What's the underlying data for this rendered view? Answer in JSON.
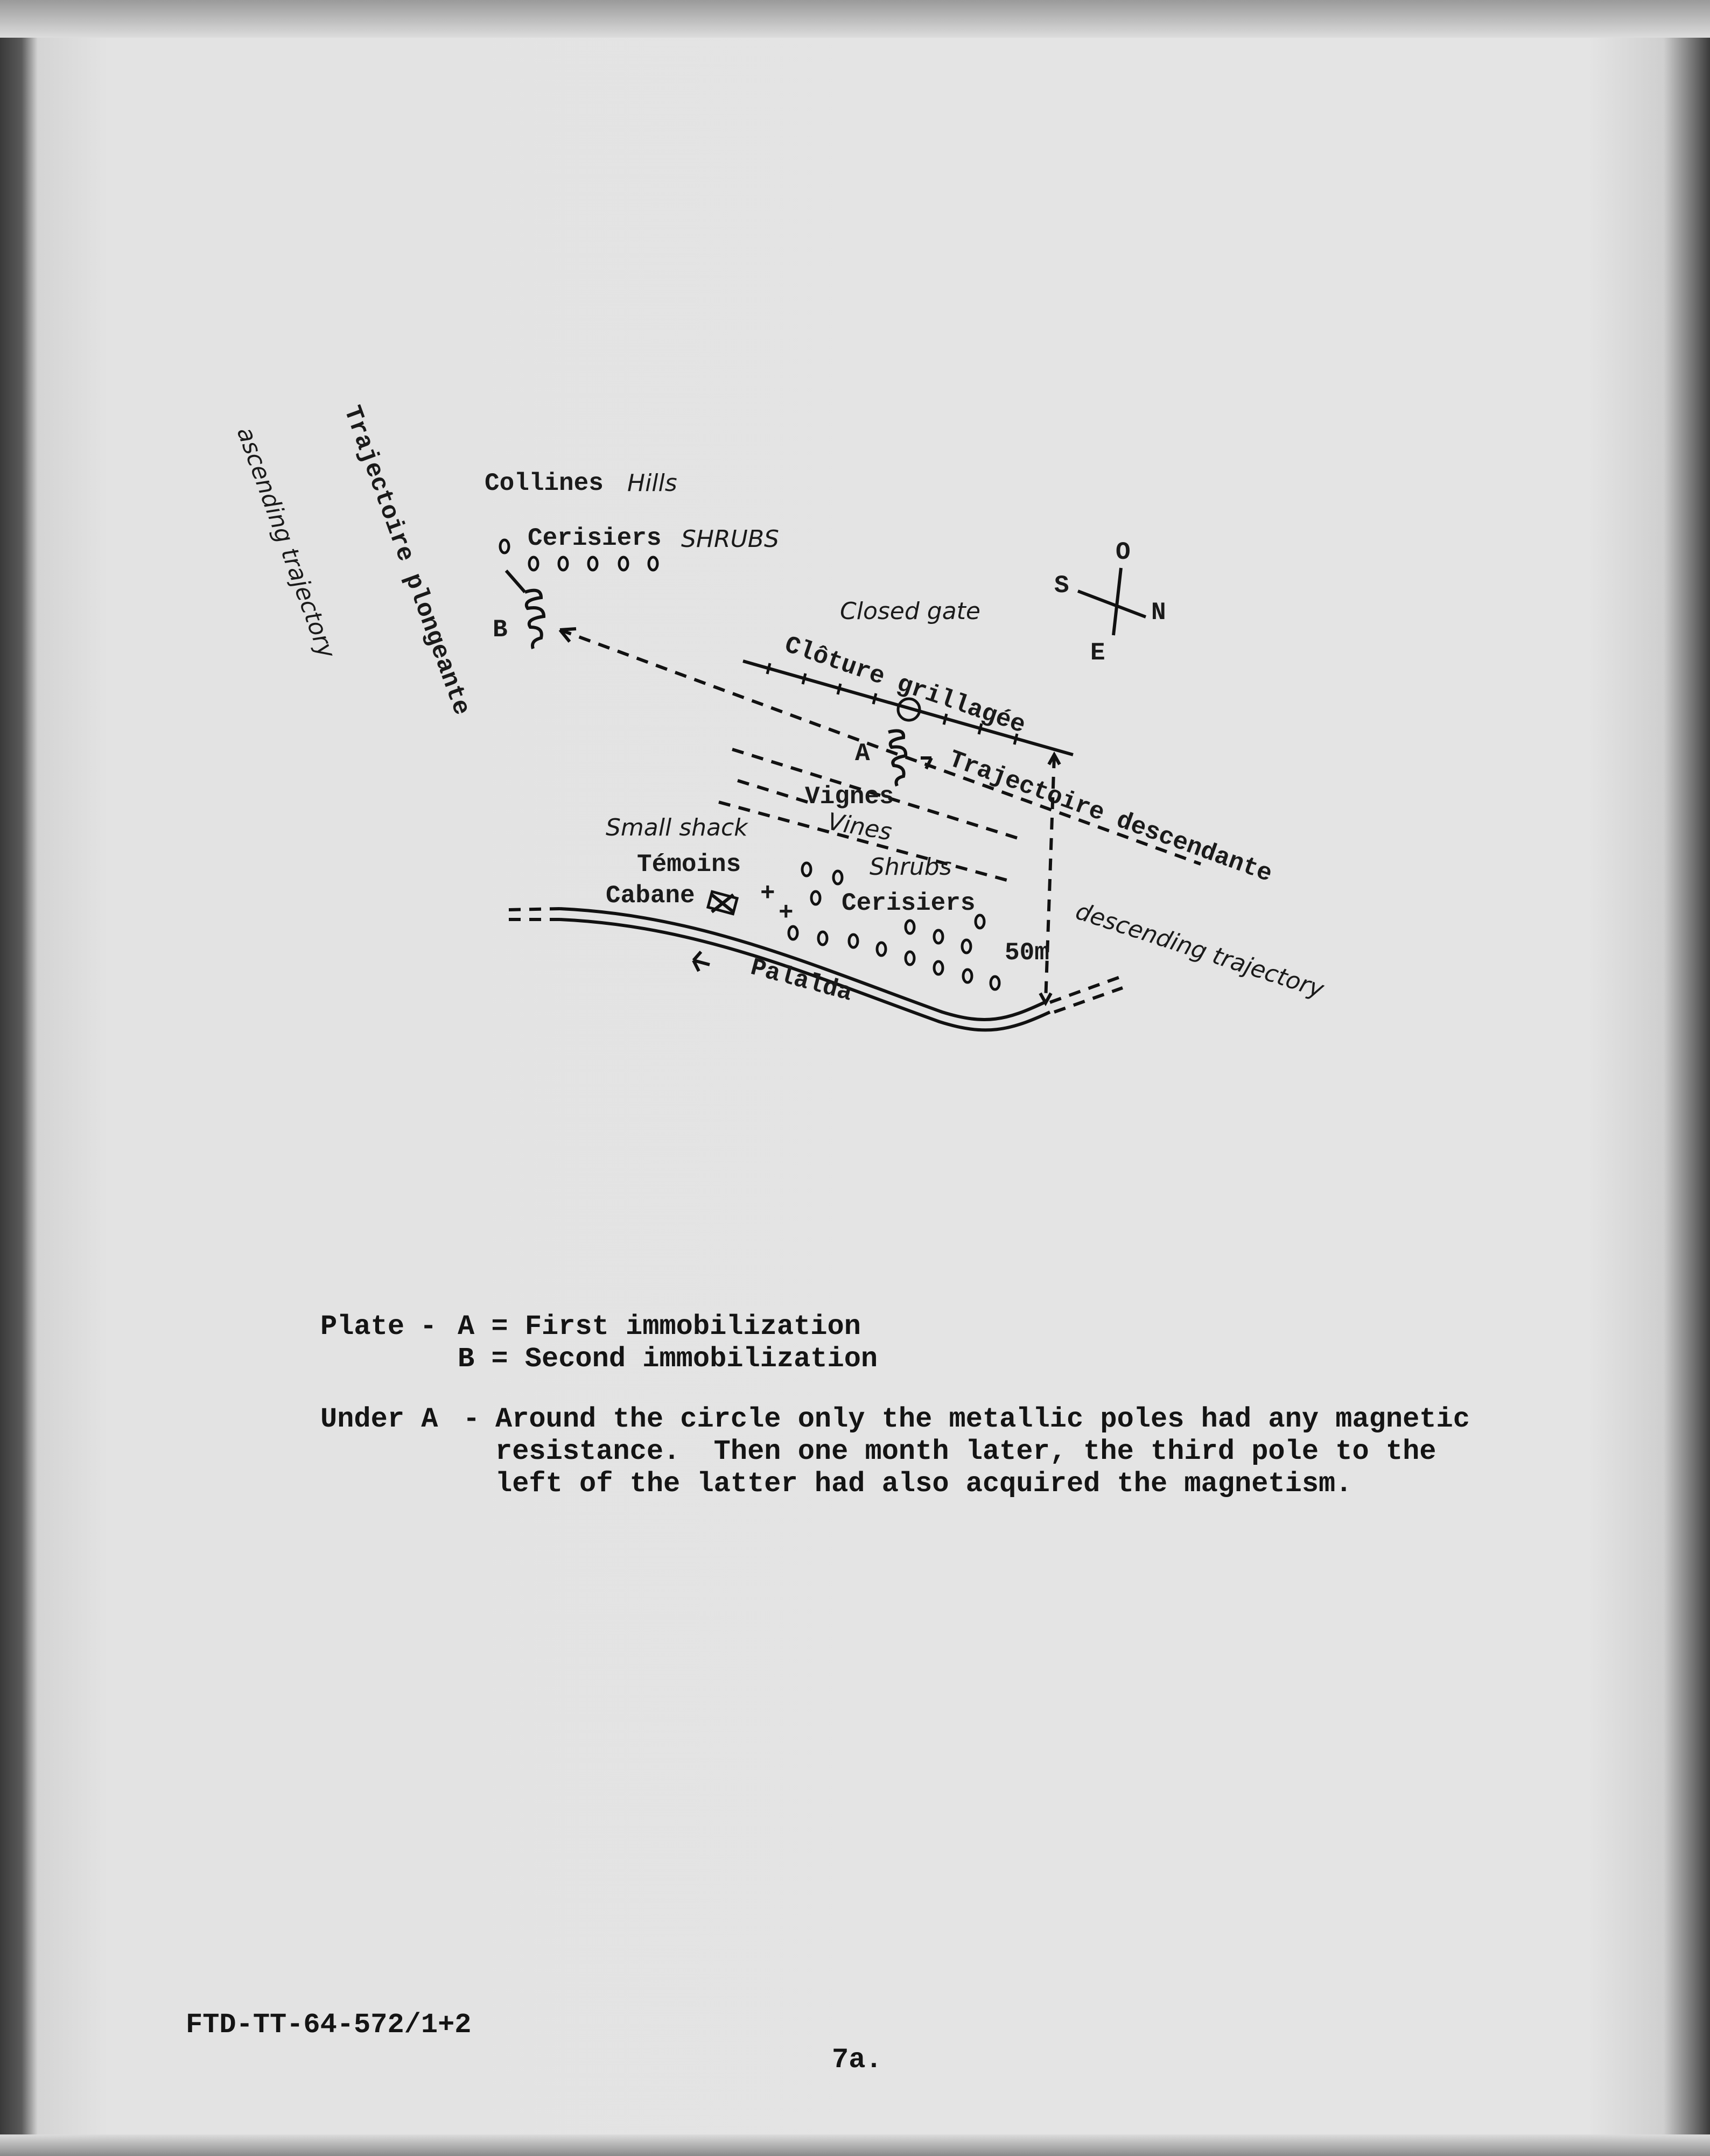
{
  "diagram": {
    "hills_fr": "Collines",
    "hills_en": "Hills",
    "traj_climb_fr": "Trajectoire plongeante",
    "traj_climb_en": "ascending trajectory",
    "cherry_top_fr": "Cerisiers",
    "cherry_top_en": "SHRUBS",
    "point_b": "B",
    "point_a": "A",
    "gate_en": "Closed gate",
    "fence_fr": "Clôture grillagée",
    "vines_fr": "Vignes",
    "vines_en": "Vines",
    "traj_desc_fr": "Trajectoire descendante",
    "traj_desc_en": "descending trajectory",
    "shack_en": "Small shack",
    "witnesses_fr": "Témoins",
    "shrubs_en": "Shrubs",
    "cabin_fr": "Cabane",
    "cherry_bottom_fr": "Cerisiers",
    "distance": "50m",
    "road": "Palalda",
    "compass": {
      "top": "O",
      "left": "S",
      "right": "N",
      "bottom": "E"
    }
  },
  "legend": {
    "plate_label": "Plate",
    "plate_a": "A = First immobilization",
    "plate_b": "B = Second immobilization",
    "under_label": "Under A",
    "under_lines": [
      "Around the circle only the metallic poles had any magnetic",
      "resistance.  Then one month later, the third pole to the",
      "left of the latter had also acquired the magnetism."
    ]
  },
  "footer": {
    "doc_id": "FTD-TT-64-572/1+2",
    "page_number": "7a."
  }
}
